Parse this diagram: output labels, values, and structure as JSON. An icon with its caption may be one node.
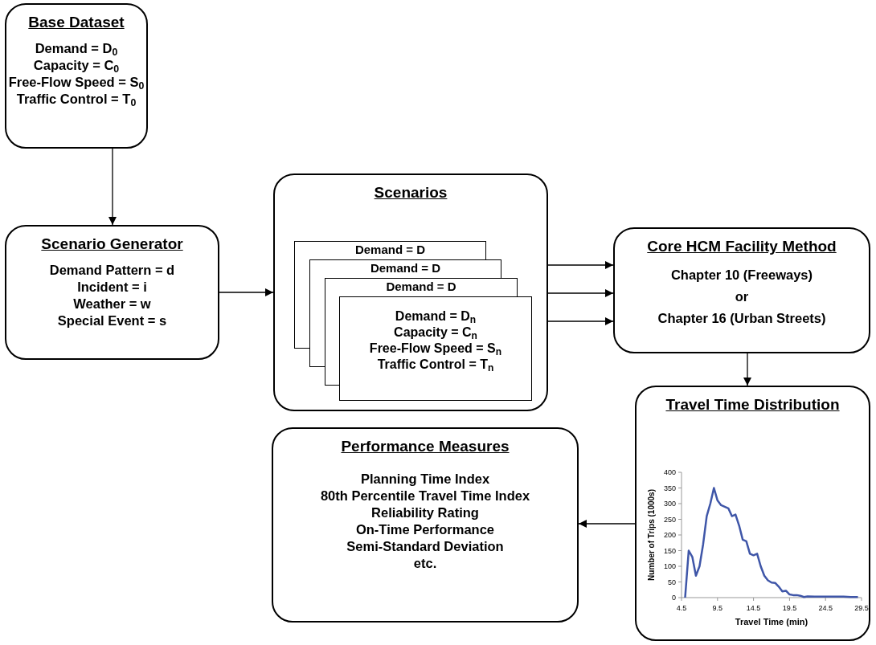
{
  "diagram": {
    "nodes": [
      {
        "text": [
          "Base Dataset",
          "Demand = D$_{0}$",
          "Capacity = C$_{0}$",
          "Free-Flow Speed = S$_{0}$",
          "Traffic Control = T$_{0}$"
        ]
      },
      {
        "text": [
          "Scenario Generator",
          "Demand Pattern = d",
          "Incident = i",
          "Weather = w",
          "Special Event = s"
        ]
      },
      {
        "text": [
          "Scenarios"
        ]
      },
      {
        "text": [
          "Demand = D"
        ],
        "in": 2
      },
      {
        "text": [
          "Demand = D"
        ],
        "in": 2
      },
      {
        "text": [
          "Demand = D"
        ],
        "in": 2
      },
      {
        "text": [
          "Demand = D$_{n}$",
          "Capacity = C$_{n}$",
          "Free-Flow Speed = S$_{n}$",
          "Traffic Control = T$_{n}$"
        ],
        "in": 2
      },
      {
        "text": [
          "Core HCM Facility Method",
          "Chapter 10 (Freeways)",
          "or",
          "Chapter 16 (Urban Streets)"
        ]
      },
      {
        "text": [
          "Travel Time Distribution"
        ]
      },
      {
        "text": [
          "Performance Measures",
          "Planning Time Index",
          "80th Percentile Travel Time Index",
          "Reliability Rating",
          "On-Time Performance",
          "Semi-Standard Deviation",
          "etc."
        ]
      }
    ],
    "edges": [
      {
        "from": 0,
        "to": 1,
        "arrow": "to"
      },
      {
        "from": 1,
        "to": 2,
        "arrow": "to"
      },
      {
        "from": 2,
        "to": 7,
        "arrow": "to"
      },
      {
        "from": 2,
        "to": 7,
        "arrow": "to"
      },
      {
        "from": 2,
        "to": 7,
        "arrow": "to"
      },
      {
        "from": 7,
        "to": 8,
        "arrow": "to"
      },
      {
        "from": 8,
        "to": 9,
        "arrow": "to"
      }
    ],
    "chart_data": {
      "type": "line",
      "xlabel": "Travel Time (min)",
      "ylabel": "Number of Trips (1000s)",
      "x": [
        5,
        5.5,
        6,
        6.5,
        7,
        7.5,
        8,
        8.5,
        9,
        9.5,
        10,
        10.5,
        11,
        11.5,
        12,
        12.5,
        13,
        13.5,
        14,
        14.5,
        15,
        15.5,
        16,
        16.5,
        17,
        17.5,
        18,
        18.5,
        19,
        19.5,
        20,
        20.5,
        21,
        21.5,
        22,
        23,
        24,
        25,
        26,
        27,
        28,
        29
      ],
      "series": [
        {
          "color": "#3f56a8",
          "values": [
            0,
            150,
            130,
            70,
            100,
            170,
            260,
            300,
            350,
            310,
            295,
            290,
            285,
            260,
            265,
            230,
            185,
            180,
            140,
            135,
            140,
            100,
            70,
            55,
            48,
            47,
            35,
            20,
            22,
            10,
            8,
            8,
            6,
            2,
            4,
            3,
            3,
            3,
            3,
            3,
            2,
            2
          ]
        }
      ],
      "xlim": [
        4.5,
        29.5
      ],
      "ylim": [
        0,
        400
      ],
      "xticks": [
        4.5,
        9.5,
        14.5,
        19.5,
        24.5,
        29.5
      ],
      "yticks": [
        0,
        50,
        100,
        150,
        200,
        250,
        300,
        350,
        400
      ]
    }
  }
}
